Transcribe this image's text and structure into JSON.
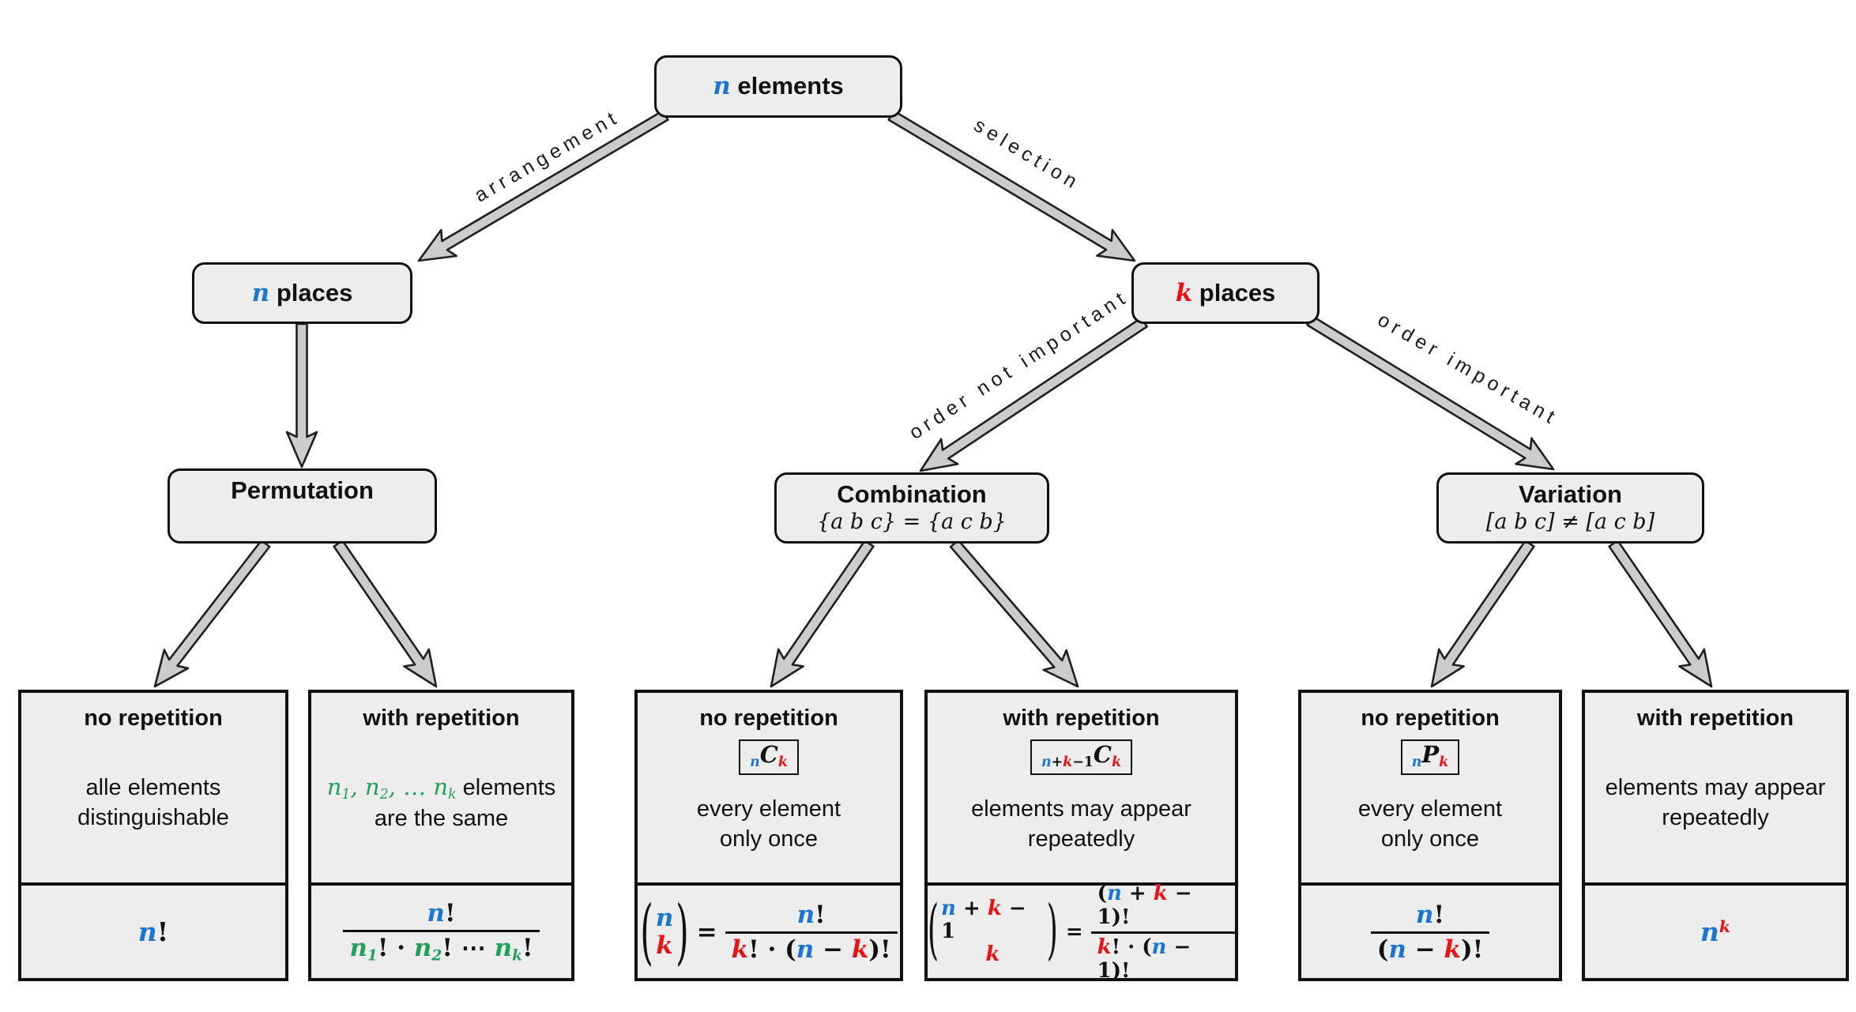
{
  "colors": {
    "blue": "#1a76d2",
    "red": "#ee1111",
    "green": "#21a05a",
    "box_fill": "#ededed",
    "arrow_fill": "#cccccc",
    "line": "#111111"
  },
  "nodes": {
    "root": {
      "title": [
        [
          "n",
          "blue var"
        ],
        [
          " elements",
          ""
        ]
      ]
    },
    "n_places": {
      "title": [
        [
          "n",
          "blue var"
        ],
        [
          " places",
          ""
        ]
      ]
    },
    "k_places": {
      "title": [
        [
          "k",
          "red var"
        ],
        [
          " places",
          ""
        ]
      ]
    },
    "permutation": {
      "title": "Permutation",
      "subtitle": []
    },
    "combination": {
      "title": "Combination",
      "subtitle": [
        [
          "{a b c} = {a c b}",
          "vr"
        ]
      ]
    },
    "variation": {
      "title": "Variation",
      "subtitle": [
        [
          "[a b c] ≠ [a c b]",
          "vr"
        ]
      ]
    }
  },
  "edges": {
    "arrangement": "arrangement",
    "selection": "selection",
    "order_not_important": "order not important",
    "order_important": "order important"
  },
  "leaves": [
    {
      "title": "no repetition",
      "desc1": [
        [
          "alle elements",
          ""
        ]
      ],
      "desc2": [
        [
          "distinguishable",
          ""
        ]
      ],
      "formula": {
        "inline": [
          [
            "n",
            "blue var"
          ],
          [
            "!",
            "m"
          ]
        ]
      }
    },
    {
      "title": "with repetition",
      "desc1": [
        [
          "n",
          "green vr"
        ],
        [
          "1",
          "green vr sub"
        ],
        [
          ", ",
          "green vr"
        ],
        [
          "n",
          "green vr"
        ],
        [
          "2",
          "green vr sub"
        ],
        [
          ", … ",
          "green vr"
        ],
        [
          "n",
          "green vr"
        ],
        [
          "k",
          "green vr sub"
        ],
        [
          " elements",
          ""
        ]
      ],
      "desc2": [
        [
          "are the same",
          ""
        ]
      ],
      "formula": {
        "num": [
          [
            "n",
            "blue var"
          ],
          [
            "!",
            "m"
          ]
        ],
        "den": [
          [
            "n",
            "green var"
          ],
          [
            "1",
            "green var sub"
          ],
          [
            "! · ",
            "m"
          ],
          [
            "n",
            "green var"
          ],
          [
            "2",
            "green var sub"
          ],
          [
            "! ⋯ ",
            "m"
          ],
          [
            "n",
            "green var"
          ],
          [
            "k",
            "green var sub"
          ],
          [
            "!",
            "m"
          ]
        ]
      }
    },
    {
      "title": "no repetition",
      "badge": [
        [
          "n",
          "blue var sub"
        ],
        [
          "C",
          "var"
        ],
        [
          "k",
          "red var sub"
        ]
      ],
      "desc1": [
        [
          "every element",
          ""
        ]
      ],
      "desc2": [
        [
          "only once",
          ""
        ]
      ],
      "formula": {
        "lparen": "(",
        "rparen": ")",
        "binom_top": [
          [
            "n",
            "blue var"
          ]
        ],
        "binom_bot": [
          [
            "k",
            "red var"
          ]
        ],
        "eq": [
          [
            "=",
            "m"
          ]
        ],
        "num": [
          [
            "n",
            "blue var"
          ],
          [
            "!",
            "m"
          ]
        ],
        "den": [
          [
            "k",
            "red var"
          ],
          [
            "! · (",
            "m"
          ],
          [
            "n",
            "blue var"
          ],
          [
            " − ",
            "m"
          ],
          [
            "k",
            "red var"
          ],
          [
            ")!",
            "m"
          ]
        ]
      }
    },
    {
      "title": "with repetition",
      "badge": [
        [
          "n",
          "blue var sub"
        ],
        [
          "+",
          "m sub"
        ],
        [
          "k",
          "red var sub"
        ],
        [
          "−1",
          "m sub"
        ],
        [
          "C",
          "var"
        ],
        [
          "k",
          "red var sub"
        ]
      ],
      "desc1": [
        [
          "elements may appear",
          ""
        ]
      ],
      "desc2": [
        [
          "repeatedly",
          ""
        ]
      ],
      "formula": {
        "lparen": "(",
        "rparen": ")",
        "binom_top": [
          [
            "n",
            "blue var"
          ],
          [
            " + ",
            "m"
          ],
          [
            "k",
            "red var"
          ],
          [
            " − 1",
            "m"
          ]
        ],
        "binom_bot": [
          [
            "k",
            "red var"
          ]
        ],
        "eq": [
          [
            "=",
            "m"
          ]
        ],
        "num": [
          [
            "(",
            "m"
          ],
          [
            "n",
            "blue var"
          ],
          [
            " + ",
            "m"
          ],
          [
            "k",
            "red var"
          ],
          [
            " − 1)!",
            "m"
          ]
        ],
        "den": [
          [
            "k",
            "red var"
          ],
          [
            "! · (",
            "m"
          ],
          [
            "n",
            "blue var"
          ],
          [
            " − 1)!",
            "m"
          ]
        ]
      }
    },
    {
      "title": "no repetition",
      "badge": [
        [
          "n",
          "blue var sub"
        ],
        [
          "P",
          "var"
        ],
        [
          "k",
          "red var sub"
        ]
      ],
      "desc1": [
        [
          "every element",
          ""
        ]
      ],
      "desc2": [
        [
          "only once",
          ""
        ]
      ],
      "formula": {
        "num": [
          [
            "n",
            "blue var"
          ],
          [
            "!",
            "m"
          ]
        ],
        "den": [
          [
            "(",
            "m"
          ],
          [
            "n",
            "blue var"
          ],
          [
            " − ",
            "m"
          ],
          [
            "k",
            "red var"
          ],
          [
            ")!",
            "m"
          ]
        ]
      }
    },
    {
      "title": "with repetition",
      "desc1": [
        [
          "elements may appear",
          ""
        ]
      ],
      "desc2": [
        [
          "repeatedly",
          ""
        ]
      ],
      "formula": {
        "inline": [
          [
            "n",
            "blue var"
          ],
          [
            "k",
            "red var sup"
          ]
        ]
      }
    }
  ]
}
